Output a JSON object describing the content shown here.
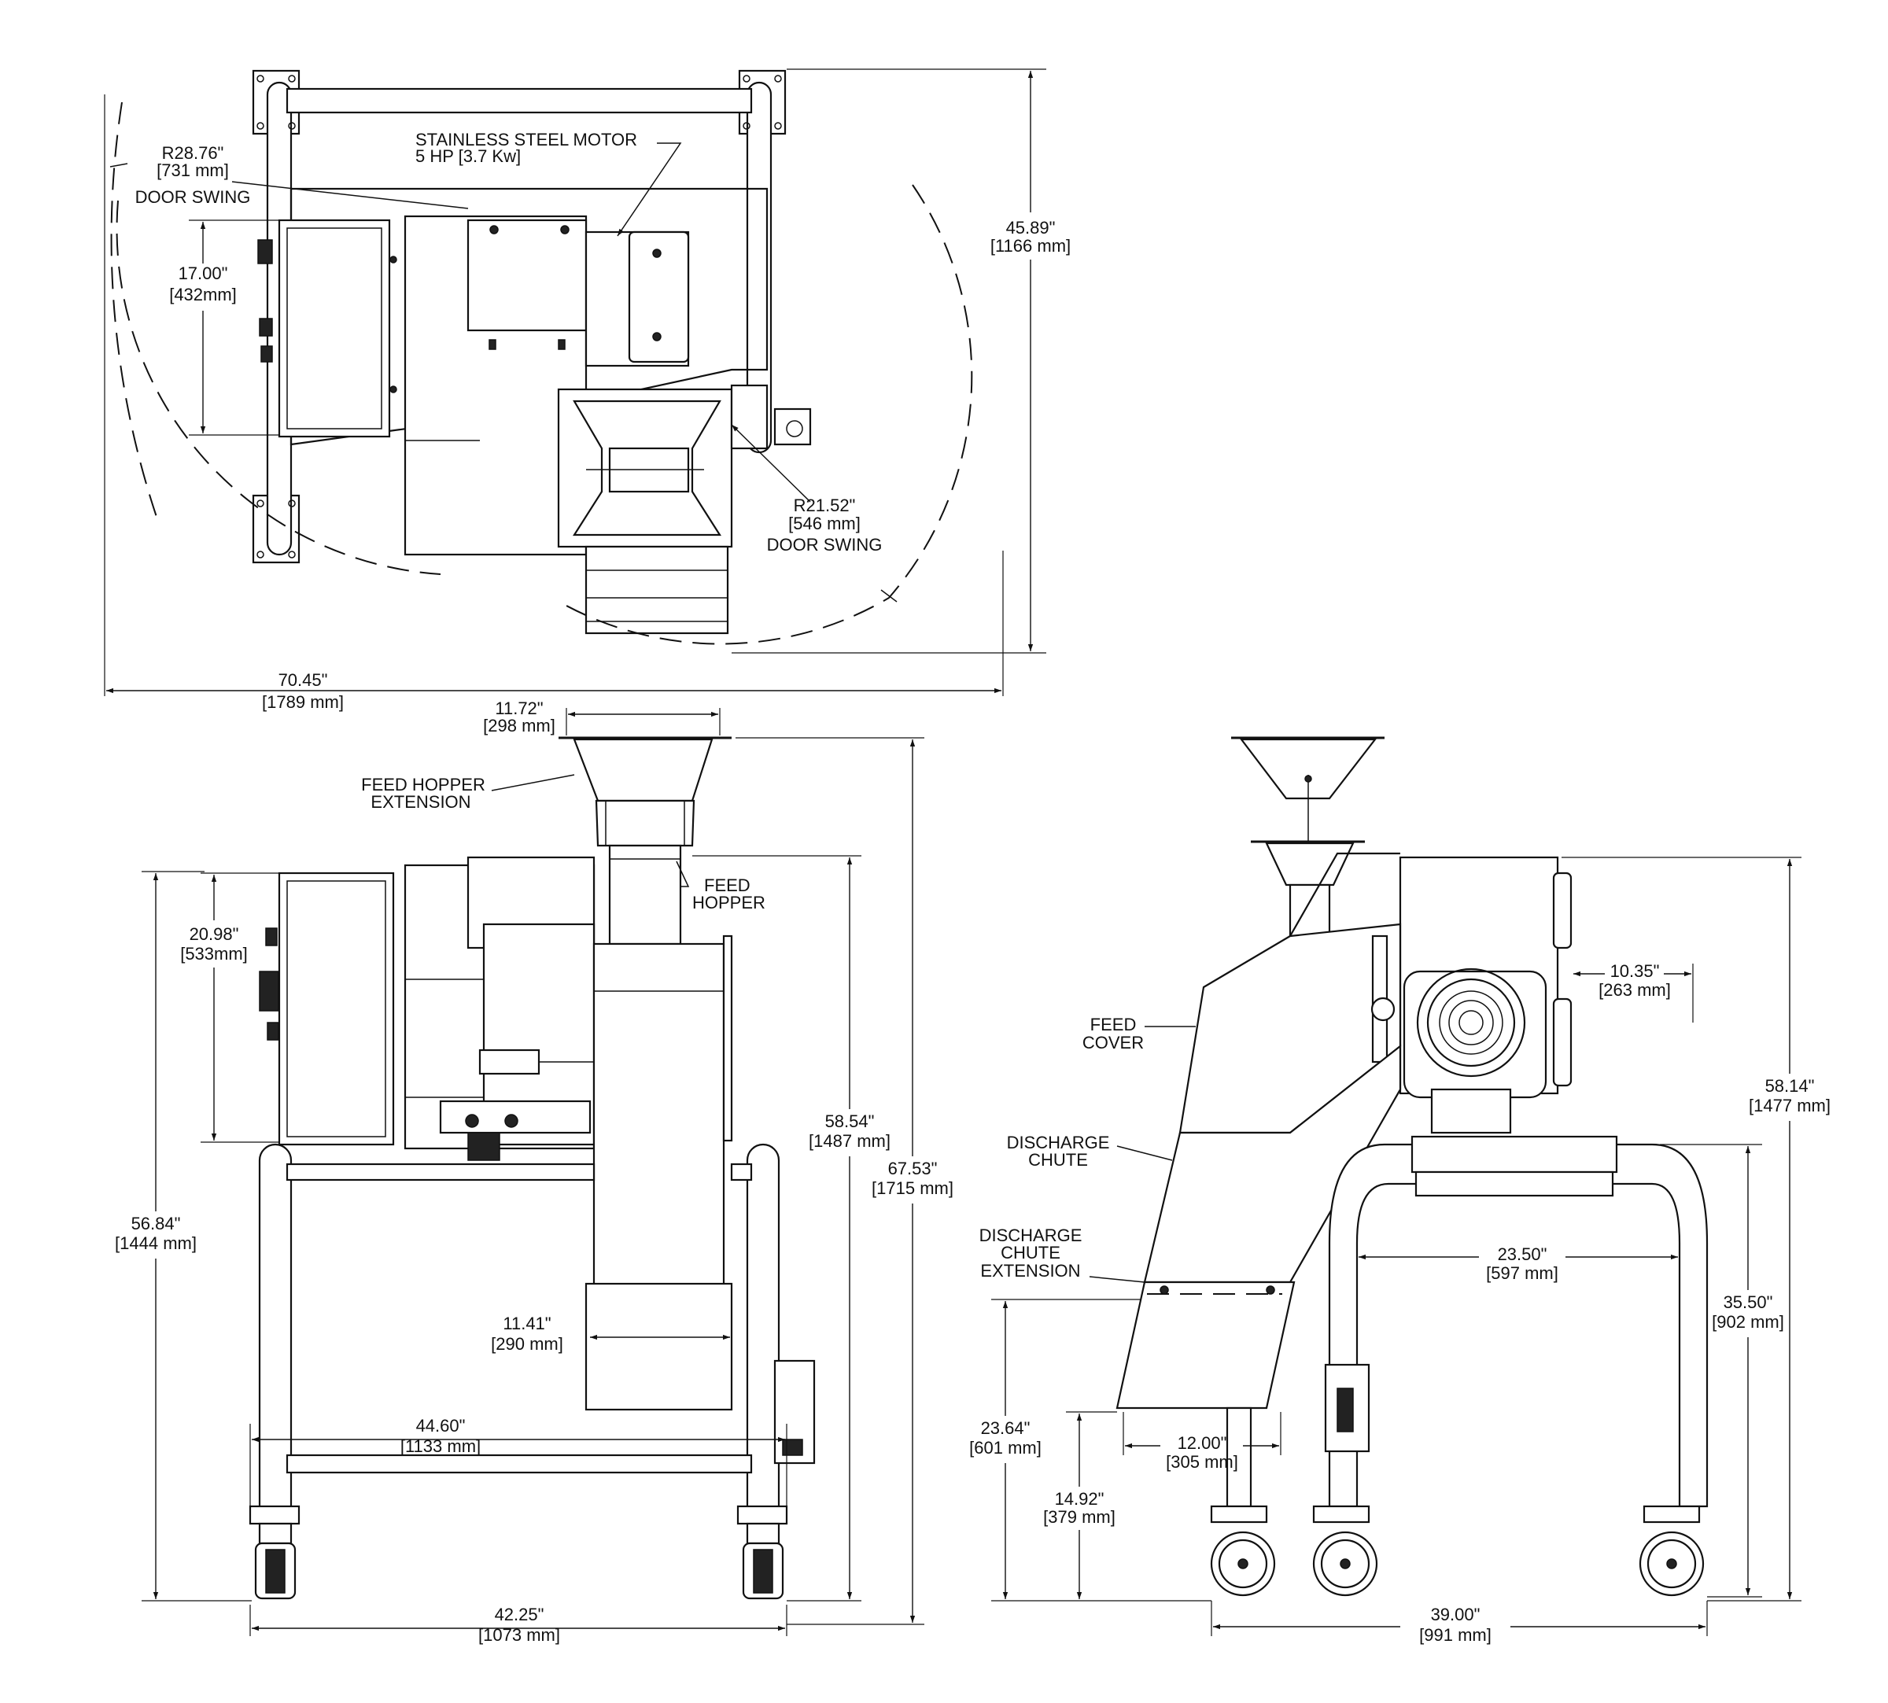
{
  "top_view": {
    "motor_label_1": "STAINLESS STEEL MOTOR",
    "motor_label_2": "5 HP [3.7 Kw]",
    "left_swing": {
      "line1": "R28.76\"",
      "line2": "[731 mm]",
      "line3": "DOOR SWING"
    },
    "right_swing": {
      "line1": "R21.52\"",
      "line2": "[546 mm]",
      "line3": "DOOR SWING"
    },
    "dim_17": {
      "line1": "17.00\"",
      "line2": "[432mm]"
    },
    "dim_4589": {
      "line1": "45.89\"",
      "line2": "[1166 mm]"
    },
    "dim_7045": {
      "line1": "70.45\"",
      "line2": "[1789 mm]"
    }
  },
  "front_view": {
    "hopper_ext_1": "FEED HOPPER",
    "hopper_ext_2": "EXTENSION",
    "hopper_1": "FEED",
    "hopper_2": "HOPPER",
    "dim_1172": {
      "line1": "11.72\"",
      "line2": "[298 mm]"
    },
    "dim_2098": {
      "line1": "20.98\"",
      "line2": "[533mm]"
    },
    "dim_5684": {
      "line1": "56.84\"",
      "line2": "[1444 mm]"
    },
    "dim_5854": {
      "line1": "58.54\"",
      "line2": "[1487 mm]"
    },
    "dim_6753": {
      "line1": "67.53\"",
      "line2": "[1715 mm]"
    },
    "dim_1141": {
      "line1": "11.41\"",
      "line2": "[290 mm]"
    },
    "dim_4460": {
      "line1": "44.60\"",
      "line2": "[1133 mm]"
    },
    "dim_4225": {
      "line1": "42.25\"",
      "line2": "[1073 mm]"
    }
  },
  "side_view": {
    "feed_cover_1": "FEED",
    "feed_cover_2": "COVER",
    "discharge_1": "DISCHARGE",
    "discharge_2": "CHUTE",
    "ext_1": "DISCHARGE",
    "ext_2": "CHUTE",
    "ext_3": "EXTENSION",
    "dim_1035": {
      "line1": "10.35\"",
      "line2": "[263 mm]"
    },
    "dim_5814": {
      "line1": "58.14\"",
      "line2": "[1477 mm]"
    },
    "dim_2350": {
      "line1": "23.50\"",
      "line2": "[597 mm]"
    },
    "dim_3550": {
      "line1": "35.50\"",
      "line2": "[902 mm]"
    },
    "dim_2364": {
      "line1": "23.64\"",
      "line2": "[601 mm]"
    },
    "dim_1492": {
      "line1": "14.92\"",
      "line2": "[379 mm]"
    },
    "dim_1200": {
      "line1": "12.00\"",
      "line2": "[305 mm]"
    },
    "dim_3900": {
      "line1": "39.00\"",
      "line2": "[991 mm]"
    }
  }
}
